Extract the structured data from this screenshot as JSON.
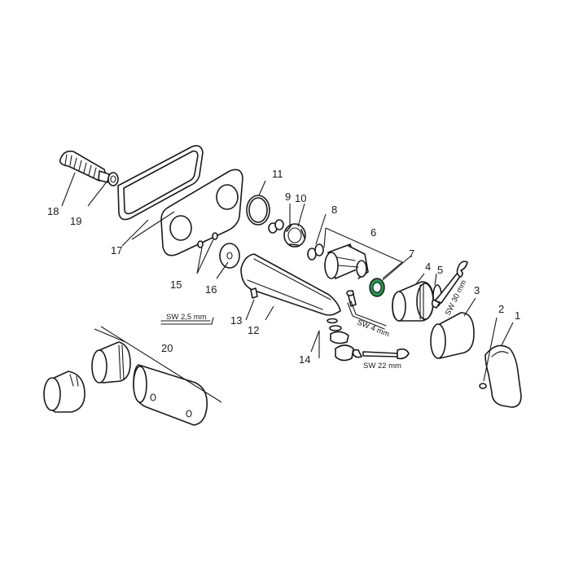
{
  "labels": {
    "p1": "1",
    "p2": "2",
    "p3": "3",
    "p4": "4",
    "p5": "5",
    "p6": "6",
    "p7": "7",
    "p8": "8",
    "p9": "9",
    "p10": "10",
    "p11": "11",
    "p12": "12",
    "p13": "13",
    "p14": "14",
    "p15": "15",
    "p16": "16",
    "p17": "17",
    "p18": "18",
    "p19": "19",
    "p20": "20"
  },
  "tools": {
    "sw_2_5": "SW 2,5 mm",
    "sw_4": "SW 4 mm",
    "sw_22": "SW 22 mm",
    "sw_30": "SW 30 mm"
  },
  "colors": {
    "line": "#1a1a1a",
    "accent_ring": "#1f9a4a"
  }
}
